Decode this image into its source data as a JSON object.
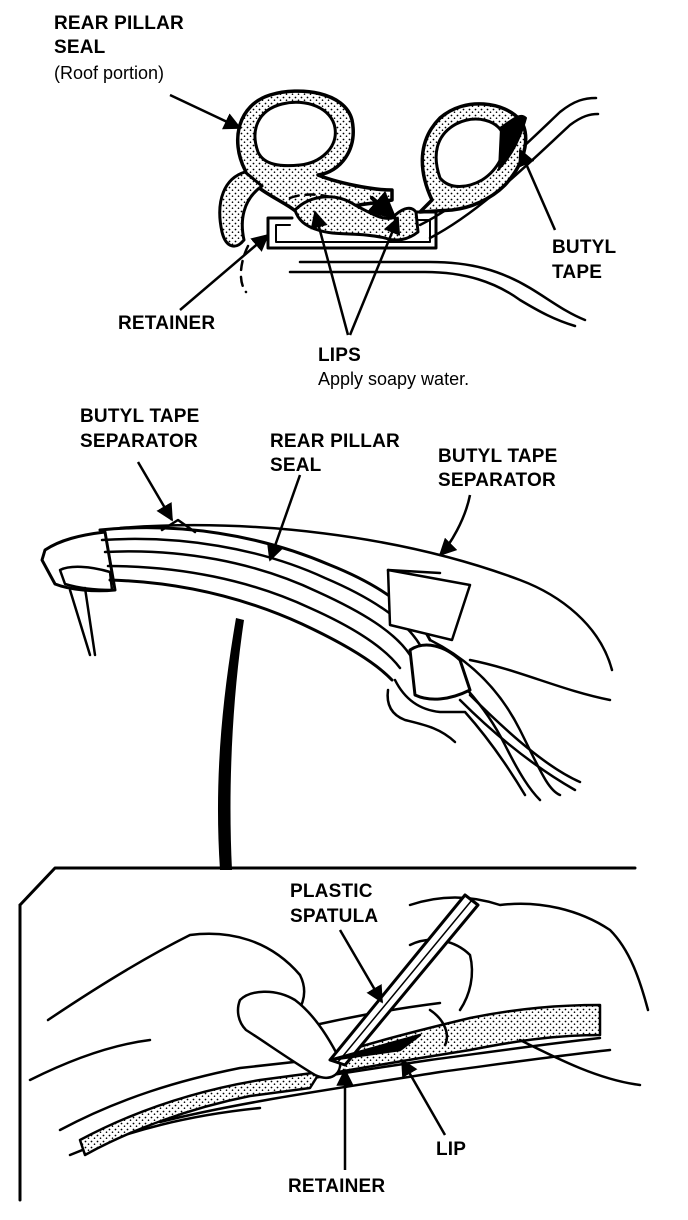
{
  "top": {
    "rear_pillar_seal_line1": "REAR PILLAR",
    "rear_pillar_seal_line2": "SEAL",
    "roof_portion": "(Roof portion)",
    "butyl_tape_line1": "BUTYL",
    "butyl_tape_line2": "TAPE",
    "retainer": "RETAINER",
    "lips": "LIPS",
    "lips_note": "Apply soapy water."
  },
  "middle": {
    "separator_left_line1": "BUTYL TAPE",
    "separator_left_line2": "SEPARATOR",
    "seal_line1": "REAR PILLAR",
    "seal_line2": "SEAL",
    "separator_right_line1": "BUTYL TAPE",
    "separator_right_line2": "SEPARATOR"
  },
  "bottom": {
    "spatula_line1": "PLASTIC",
    "spatula_line2": "SPATULA",
    "lip": "LIP",
    "retainer": "RETAINER"
  },
  "colors": {
    "ink": "#000000",
    "paper": "#ffffff"
  }
}
